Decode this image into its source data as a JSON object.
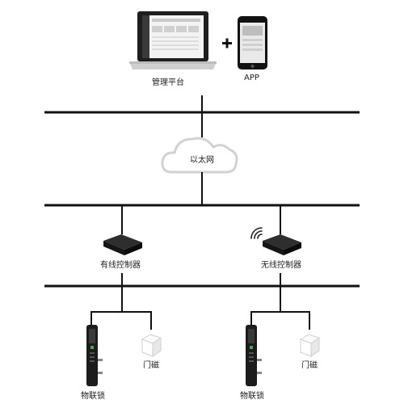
{
  "management_platform": {
    "label": "管理平台"
  },
  "mobile_app": {
    "label": "APP"
  },
  "ethernet": {
    "label": "以太网"
  },
  "wired_controller": {
    "label": "有线控制器"
  },
  "wireless_controller": {
    "label": "无线控制器"
  },
  "left_branch": {
    "lock_label": "物联锁",
    "sensor_label": "门磁"
  },
  "right_branch": {
    "lock_label": "物联锁",
    "sensor_label": "门磁"
  },
  "colors": {
    "bus": "#111111",
    "device_dark": "#1a1a1a",
    "screen": "#f2f2f2",
    "cloud_stroke": "#d4d4d4"
  }
}
